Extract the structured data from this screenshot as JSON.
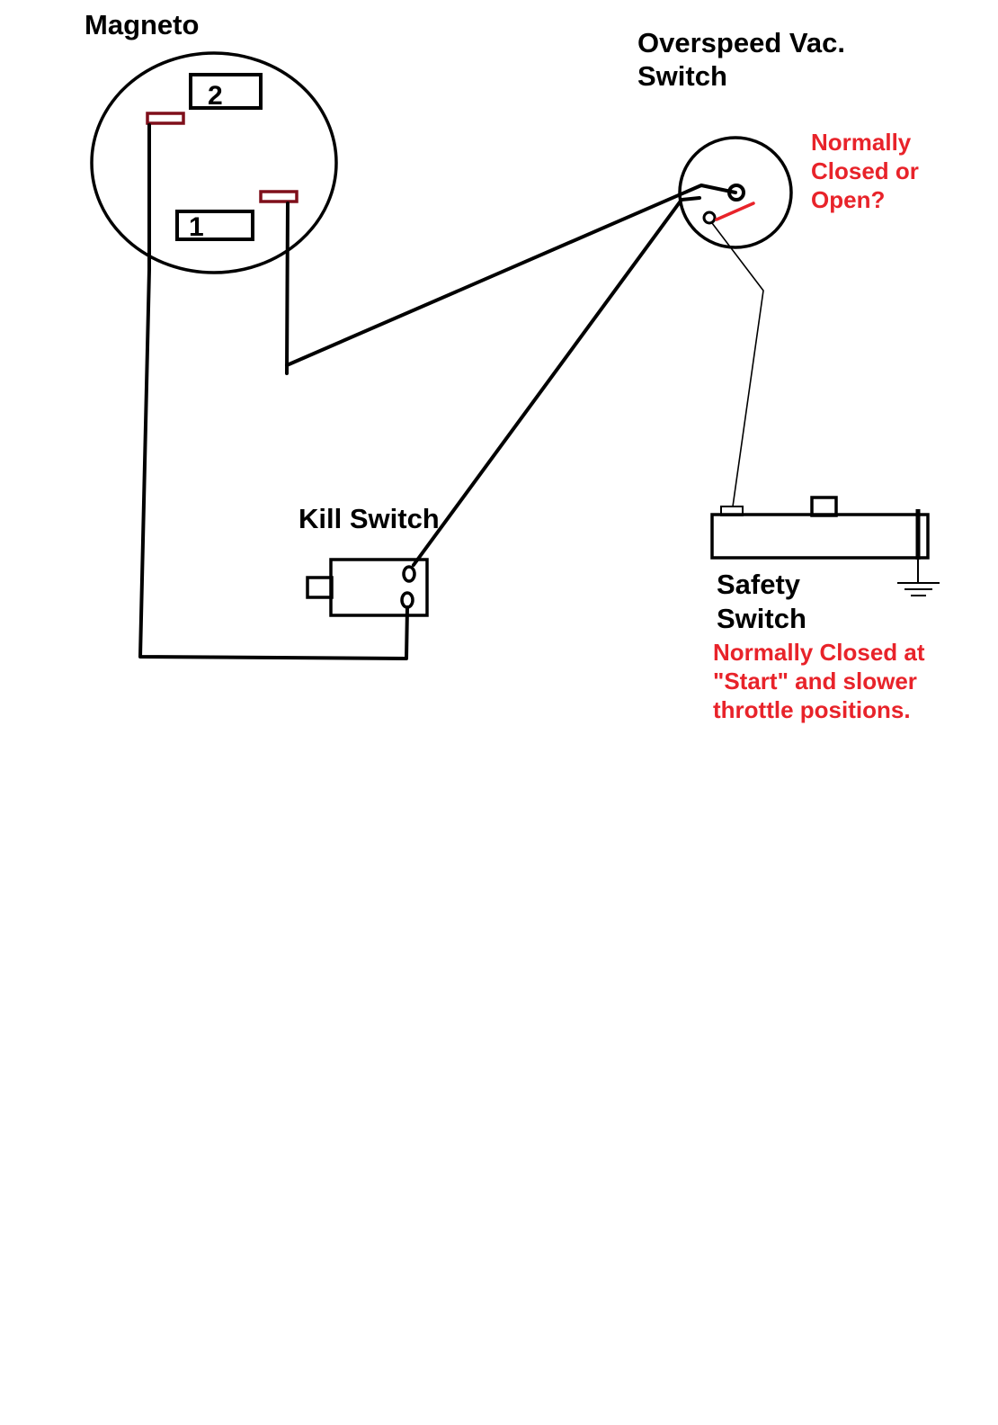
{
  "colors": {
    "wire": "#000000",
    "terminal": "#7f0f1a",
    "annotation": "#e8232a",
    "background": "#ffffff"
  },
  "magneto": {
    "title": "Magneto",
    "terminal_2": "2",
    "terminal_1": "1"
  },
  "overspeed": {
    "title_line1": "Overspeed Vac.",
    "title_line2": "Switch",
    "note_line1": "Normally",
    "note_line2": "Closed or",
    "note_line3": "Open?"
  },
  "kill_switch": {
    "title": "Kill Switch"
  },
  "safety_switch": {
    "title_line1": "Safety",
    "title_line2": "Switch",
    "note_line1": "Normally Closed at",
    "note_line2": "\"Start\" and slower",
    "note_line3": "throttle positions."
  },
  "icons": {
    "ground": "ground-symbol-icon"
  }
}
